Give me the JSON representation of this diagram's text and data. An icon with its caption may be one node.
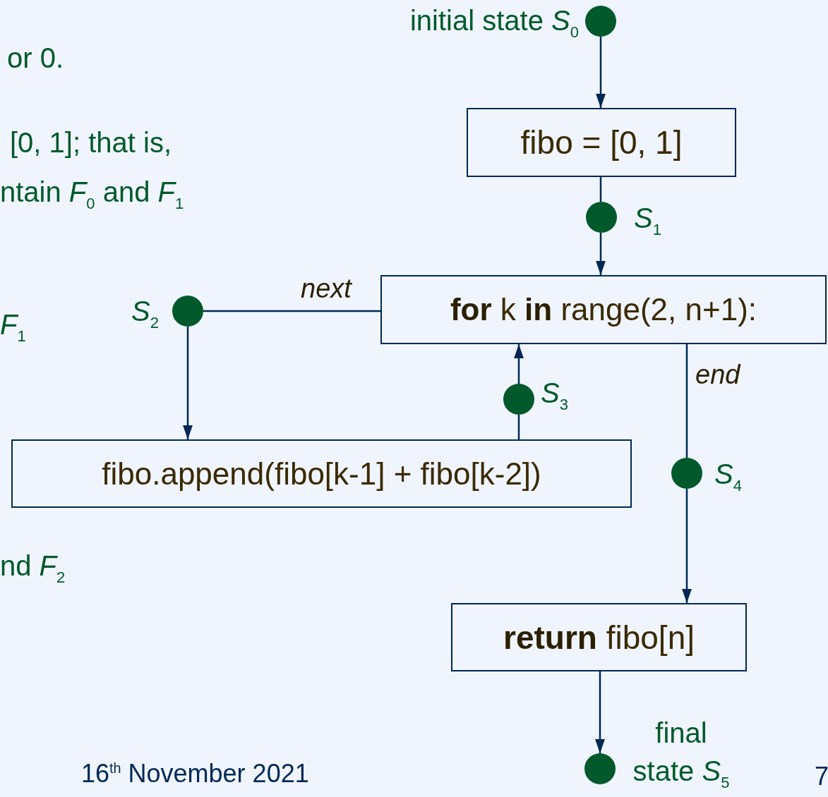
{
  "diagram": {
    "nodes": [
      {
        "text": [],
        "shape": "circle",
        "beside": [
          "initial state *S*$_{0}$"
        ]
      },
      {
        "text": [
          "fibo = [0, 1]"
        ]
      },
      {
        "text": [],
        "shape": "circle",
        "beside": [
          "*S*$_{1}$"
        ]
      },
      {
        "text": [
          "**for** k **in** range(2, n+1):"
        ]
      },
      {
        "text": [],
        "shape": "circle",
        "beside": [
          "*S*$_{2}$"
        ]
      },
      {
        "text": [
          "fibo.append(fibo[k-1] + fibo[k-2])"
        ]
      },
      {
        "text": [],
        "shape": "circle",
        "beside": [
          "*S*$_{3}$"
        ]
      },
      {
        "text": [],
        "shape": "circle",
        "beside": [
          "*S*$_{4}$"
        ]
      },
      {
        "text": [
          "**return** fibo[n]"
        ]
      },
      {
        "text": [],
        "shape": "circle",
        "beside": [
          "final state *S*$_{5}$"
        ]
      }
    ],
    "edges": [
      {
        "from": 0,
        "to": 1,
        "arrow": "to"
      },
      {
        "from": 1,
        "to": 2,
        "arrow": "none"
      },
      {
        "from": 2,
        "to": 3,
        "arrow": "to"
      },
      {
        "from": 3,
        "to": 4,
        "arrow": "none",
        "label": "next"
      },
      {
        "from": 4,
        "to": 5,
        "arrow": "to"
      },
      {
        "from": 5,
        "to": 6,
        "arrow": "none"
      },
      {
        "from": 6,
        "to": 3,
        "arrow": "to"
      },
      {
        "from": 3,
        "to": 7,
        "arrow": "none",
        "label": "end"
      },
      {
        "from": 7,
        "to": 8,
        "arrow": "to"
      },
      {
        "from": 8,
        "to": 9,
        "arrow": "to"
      }
    ],
    "labels": [
      "or 0.",
      "[0, 1]; that is,",
      "ntain *F*$_{0}$ and *F*$_{1}$",
      "*F*$_{1}$",
      "nd *F*$_{2}$",
      "16$^{th}$ November 2021",
      "7"
    ]
  }
}
